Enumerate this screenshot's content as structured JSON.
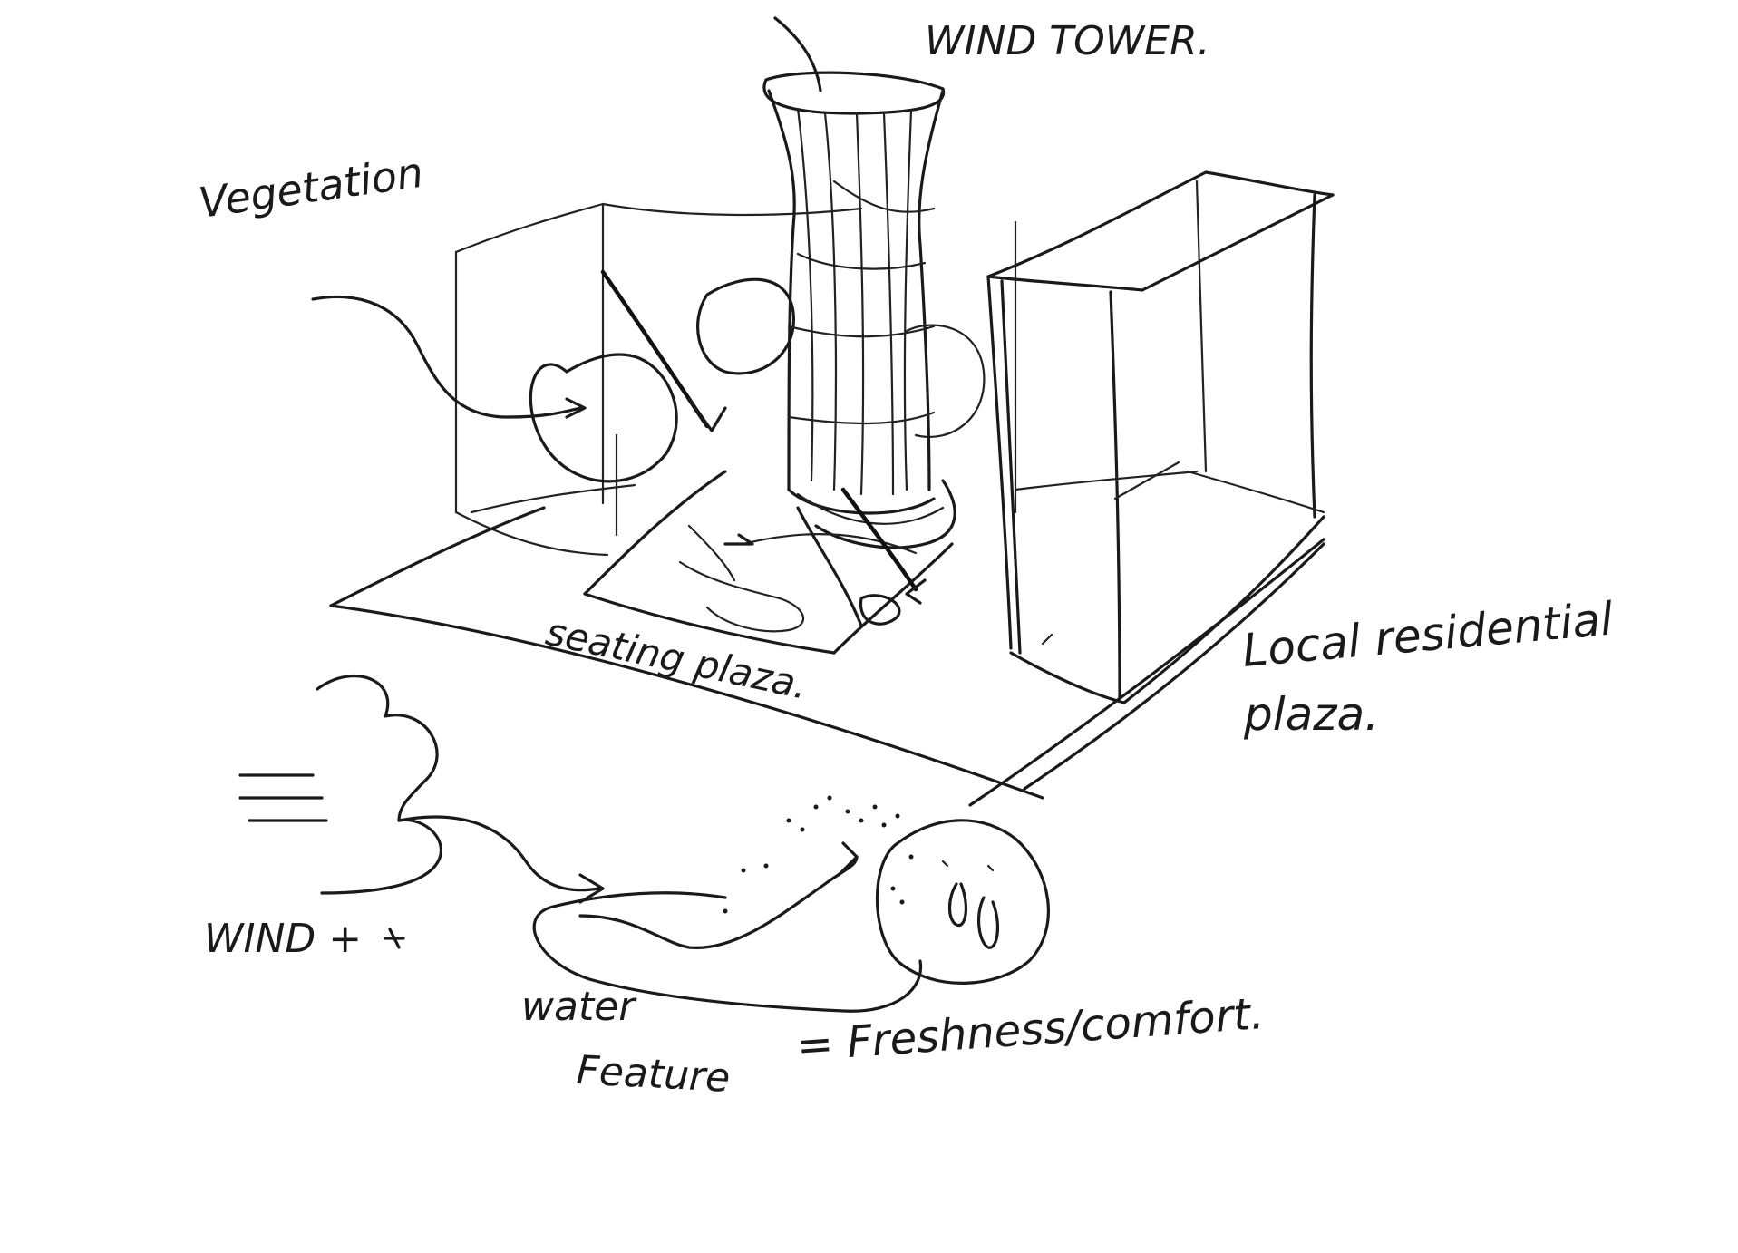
{
  "labels": {
    "wind_tower": "WIND TOWER.",
    "vegetation": "Vegetation",
    "seating_plaza": "seating plaza.",
    "local_residential": "Local residential",
    "local_residential_2": "plaza.",
    "wind": "WIND +",
    "water": "water",
    "feature": "Feature",
    "freshness": "= Freshness/comfort."
  },
  "colors": {
    "ink": "#1a1a1a",
    "paper": "#ffffff"
  }
}
